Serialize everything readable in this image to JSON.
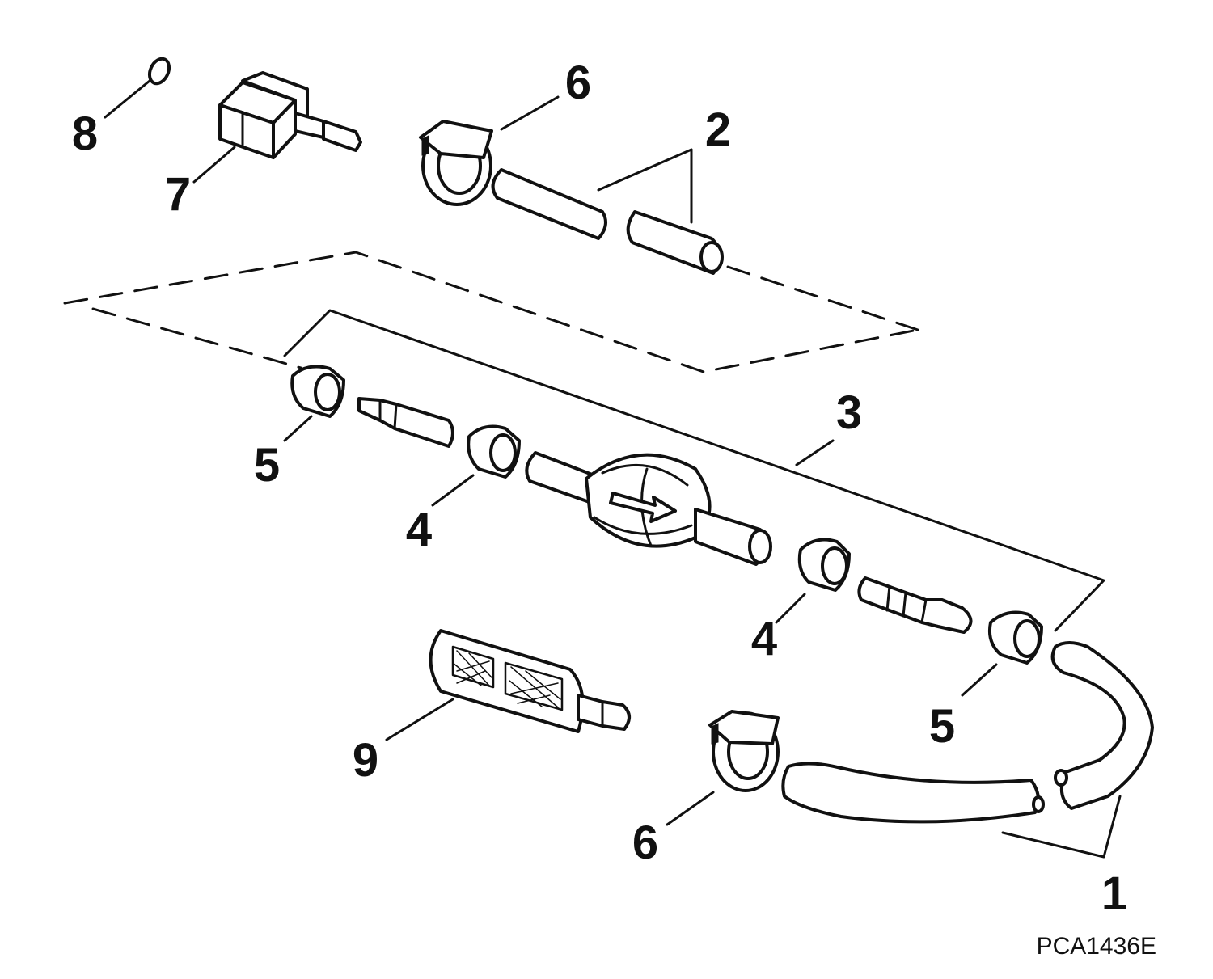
{
  "diagram": {
    "callouts": {
      "c1": "1",
      "c2": "2",
      "c3": "3",
      "c4a": "4",
      "c4b": "4",
      "c5a": "5",
      "c5b": "5",
      "c6a": "6",
      "c6b": "6",
      "c7": "7",
      "c8": "8",
      "c9": "9"
    },
    "figure_code": "PCA1436E"
  },
  "colors": {
    "ink": "#111111",
    "background": "#ffffff"
  }
}
